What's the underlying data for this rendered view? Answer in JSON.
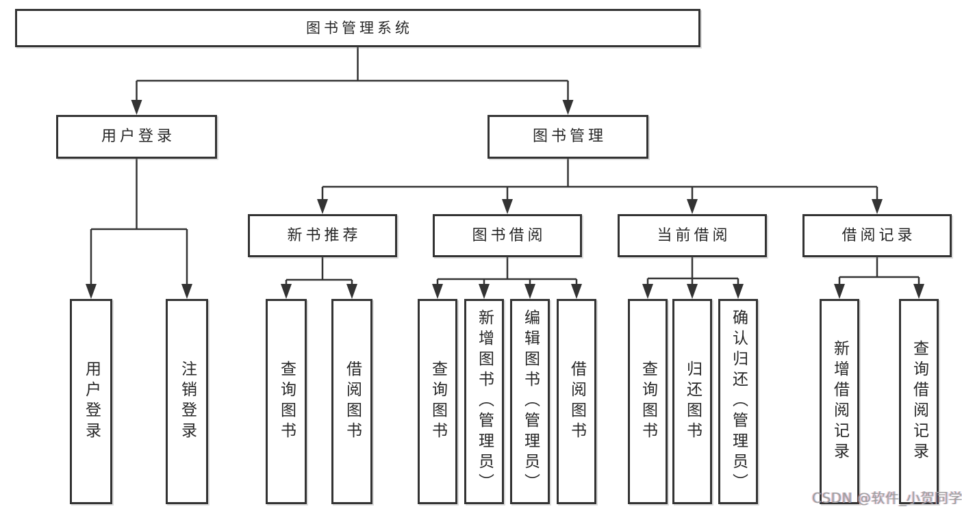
{
  "tree": {
    "root": {
      "label": "图书管理系统",
      "children": [
        {
          "label": "用户登录",
          "children": [
            {
              "label": "用户登录"
            },
            {
              "label": "注销登录"
            }
          ]
        },
        {
          "label": "图书管理",
          "children": [
            {
              "label": "新书推荐",
              "children": [
                {
                  "label": "查询图书"
                },
                {
                  "label": "借阅图书"
                }
              ]
            },
            {
              "label": "图书借阅",
              "children": [
                {
                  "label": "查询图书"
                },
                {
                  "label": "新增图书（管理员）"
                },
                {
                  "label": "编辑图书（管理员）"
                },
                {
                  "label": "借阅图书"
                }
              ]
            },
            {
              "label": "当前借阅",
              "children": [
                {
                  "label": "查询图书"
                },
                {
                  "label": "归还图书"
                },
                {
                  "label": "确认归还（管理员）"
                }
              ]
            },
            {
              "label": "借阅记录",
              "children": [
                {
                  "label": "新增借阅记录"
                },
                {
                  "label": "查询借阅记录"
                }
              ]
            }
          ]
        }
      ]
    }
  },
  "watermark": {
    "text": "CSDN @软件_小贺同学"
  },
  "colors": {
    "background": "#ffffff",
    "box_border": "#333333",
    "connector_line": "#333333",
    "text": "#262626",
    "watermark_text": "#9e9e9e"
  }
}
